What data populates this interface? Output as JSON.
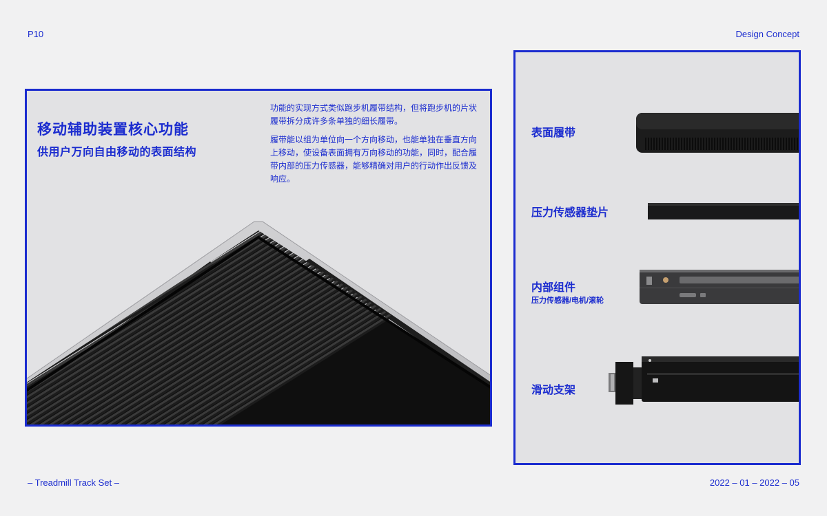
{
  "header": {
    "page_number": "P10",
    "section": "Design Concept"
  },
  "left_panel": {
    "title": "移动辅助装置核心功能",
    "subtitle": "供用户万向自由移动的表面结构",
    "description_1": "功能的实现方式类似跑步机履带结构，但将跑步机的片状履带拆分成许多条单独的细长履带。",
    "description_2": "履带能以组为单位向一个方向移动，也能单独在垂直方向上移动，使设备表面拥有万向移动的功能，同时，配合履带内部的压力传感器，能够精确对用户的行动作出反馈及响应。"
  },
  "components": [
    {
      "label": "表面履带"
    },
    {
      "label": "压力传感器垫片"
    },
    {
      "label": "内部组件",
      "sublabel": "压力传感器/电机/滚轮"
    },
    {
      "label": "滑动支架"
    }
  ],
  "footer": {
    "project": "– Treadmill Track Set –",
    "date_range": "2022 – 01 – 2022 – 05"
  },
  "colors": {
    "accent": "#1b2ccf",
    "background": "#f1f1f2",
    "panel": "#e2e2e4",
    "product_dark": "#1a1a1a"
  }
}
